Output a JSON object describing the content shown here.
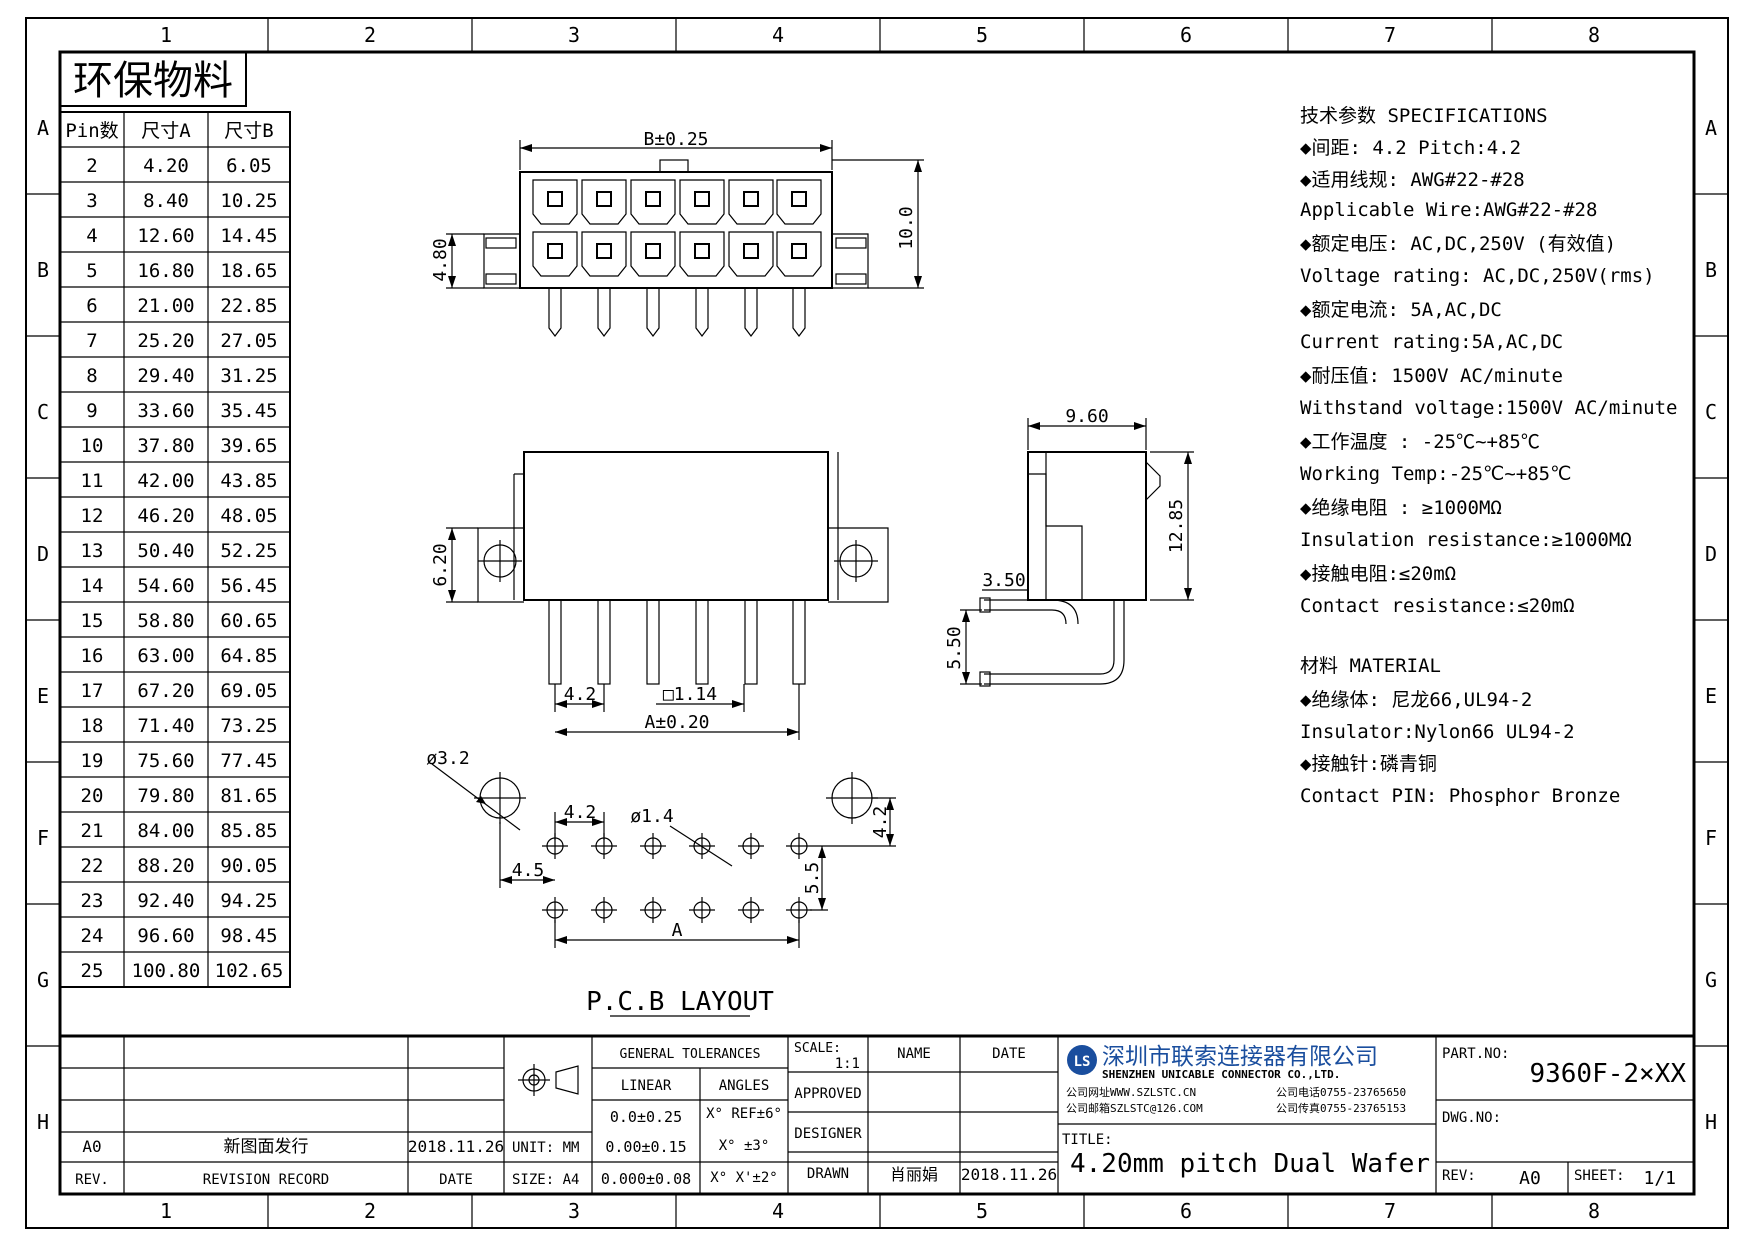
{
  "frame": {
    "columns": [
      "1",
      "2",
      "3",
      "4",
      "5",
      "6",
      "7",
      "8"
    ],
    "rows": [
      "A",
      "B",
      "C",
      "D",
      "E",
      "F",
      "G",
      "H"
    ]
  },
  "badge": "环保物料",
  "pin_table": {
    "headers": [
      "Pin数",
      "尺寸A",
      "尺寸B"
    ],
    "rows": [
      [
        "2",
        "4.20",
        "6.05"
      ],
      [
        "3",
        "8.40",
        "10.25"
      ],
      [
        "4",
        "12.60",
        "14.45"
      ],
      [
        "5",
        "16.80",
        "18.65"
      ],
      [
        "6",
        "21.00",
        "22.85"
      ],
      [
        "7",
        "25.20",
        "27.05"
      ],
      [
        "8",
        "29.40",
        "31.25"
      ],
      [
        "9",
        "33.60",
        "35.45"
      ],
      [
        "10",
        "37.80",
        "39.65"
      ],
      [
        "11",
        "42.00",
        "43.85"
      ],
      [
        "12",
        "46.20",
        "48.05"
      ],
      [
        "13",
        "50.40",
        "52.25"
      ],
      [
        "14",
        "54.60",
        "56.45"
      ],
      [
        "15",
        "58.80",
        "60.65"
      ],
      [
        "16",
        "63.00",
        "64.85"
      ],
      [
        "17",
        "67.20",
        "69.05"
      ],
      [
        "18",
        "71.40",
        "73.25"
      ],
      [
        "19",
        "75.60",
        "77.45"
      ],
      [
        "20",
        "79.80",
        "81.65"
      ],
      [
        "21",
        "84.00",
        "85.85"
      ],
      [
        "22",
        "88.20",
        "90.05"
      ],
      [
        "23",
        "92.40",
        "94.25"
      ],
      [
        "24",
        "96.60",
        "98.45"
      ],
      [
        "25",
        "100.80",
        "102.65"
      ]
    ]
  },
  "dims": {
    "b": "B±0.25",
    "h10": "10.0",
    "h480": "4.80",
    "h620": "6.20",
    "p42": "4.2",
    "sq": "□1.14",
    "a": "A±0.20",
    "w960": "9.60",
    "h1285": "12.85",
    "d350": "3.50",
    "d550": "5.50",
    "hole32": "ø3.2",
    "hole14": "ø1.4",
    "pcb42a": "4.2",
    "pcb42b": "4.2",
    "pcb45": "4.5",
    "pcb55": "5.5",
    "pcba": "A"
  },
  "pcb_title": "P.C.B LAYOUT",
  "specs": [
    "技术参数  SPECIFICATIONS",
    "◆间距: 4.2      Pitch:4.2",
    "◆适用线规: AWG#22-#28",
    "  Applicable Wire:AWG#22-#28",
    "◆额定电压: AC,DC,250V (有效值)",
    "  Voltage rating: AC,DC,250V(rms)",
    "◆额定电流: 5A,AC,DC",
    "  Current rating:5A,AC,DC",
    "◆耐压值: 1500V AC/minute",
    "   Withstand voltage:1500V AC/minute",
    "◆工作温度 : -25℃~+85℃",
    "  Working Temp:-25℃~+85℃",
    "◆绝缘电阻 : ≥1000MΩ",
    "  Insulation resistance:≥1000MΩ",
    "◆接触电阻:≤20mΩ",
    "  Contact resistance:≤20mΩ"
  ],
  "material": [
    "材料  MATERIAL",
    "◆绝缘体: 尼龙66,UL94-2",
    "   Insulator:Nylon66 UL94-2",
    "◆接触针:磷青铜",
    "  Contact PIN: Phosphor Bronze"
  ],
  "title_block": {
    "rev_code": "A0",
    "rev_desc": "新图面发行",
    "rev_date": "2018.11.26",
    "rev_label": "REV.",
    "record_label": "REVISION RECORD",
    "date_label": "DATE",
    "unit": "UNIT: MM",
    "size": "SIZE: A4",
    "gen_tol": "GENERAL TOLERANCES",
    "linear": "LINEAR",
    "angles": "ANGLES",
    "tol1": "0.0±0.25",
    "tol2": "0.00±0.15",
    "tol3": "0.000±0.08",
    "ang1": "X° REF±6°",
    "ang2": "X° ±3°",
    "ang3": "X° X'±2°",
    "scale_label": "SCALE:",
    "scale_val": "1:1",
    "approved": "APPROVED",
    "designer": "DESIGNER",
    "drawn": "DRAWN",
    "name_label": "NAME",
    "date_col": "DATE",
    "drawn_name": "肖丽娟",
    "drawn_date": "2018.11.26",
    "company_cn": "深圳市联索连接器有限公司",
    "company_en": "SHENZHEN UNICABLE CONNECTOR CO.,LTD.",
    "web": "公司网址WWW.SZLSTC.CN",
    "email": "公司邮箱SZLSTC@126.COM",
    "tel": "公司电话0755-23765650",
    "fax": "公司传真0755-23765153",
    "logo_text": "LS",
    "title_label": "TITLE:",
    "title": "4.20mm pitch Dual Wafer",
    "part_label": "PART.NO:",
    "part_no": "9360F-2×XX",
    "dwg_label": "DWG.NO:",
    "rev2_label": "REV:",
    "rev2_val": "A0",
    "sheet_label": "SHEET:",
    "sheet_val": "1/1"
  },
  "colors": {
    "logo_blue": "#1a4e9e"
  }
}
